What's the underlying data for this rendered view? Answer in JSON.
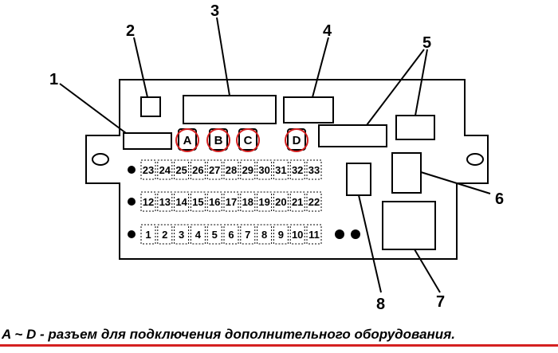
{
  "callouts": [
    "1",
    "2",
    "3",
    "4",
    "5",
    "6",
    "7",
    "8"
  ],
  "connectors": [
    "A",
    "B",
    "C",
    "D"
  ],
  "fuse_rows": [
    [
      "23",
      "24",
      "25",
      "26",
      "27",
      "28",
      "29",
      "30",
      "31",
      "32",
      "33"
    ],
    [
      "12",
      "13",
      "14",
      "15",
      "16",
      "17",
      "18",
      "19",
      "20",
      "21",
      "22"
    ],
    [
      "1",
      "2",
      "3",
      "4",
      "5",
      "6",
      "7",
      "8",
      "9",
      "10",
      "11"
    ]
  ],
  "caption": "A ~ D - разъем для подключения дополнительного оборудования.",
  "colors": {
    "highlight": "#d42020",
    "line": "#000000"
  }
}
